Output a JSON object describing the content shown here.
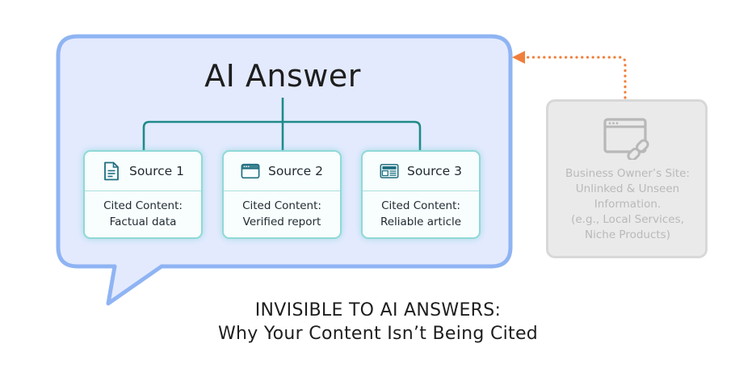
{
  "bubble": {
    "title": "AI Answer"
  },
  "sources": [
    {
      "title": "Source 1",
      "icon": "document-icon",
      "line1": "Cited Content:",
      "line2": "Factual data"
    },
    {
      "title": "Source 2",
      "icon": "browser-window-icon",
      "line1": "Cited Content:",
      "line2": "Verified report"
    },
    {
      "title": "Source 3",
      "icon": "news-icon",
      "line1": "Cited Content:",
      "line2": "Reliable article"
    }
  ],
  "business_site": {
    "icon": "broken-link-page-icon",
    "lines": [
      "Business Owner’s Site:",
      "Unlinked & Unseen",
      "Information.",
      "(e.g., Local Services,",
      "Niche Products)"
    ]
  },
  "caption": {
    "line1": "INVISIBLE TO AI ANSWERS:",
    "line2": "Why Your Content Isn’t Being Cited"
  },
  "colors": {
    "bubble_fill": "#e3eafe",
    "bubble_border": "#8fb4f3",
    "tree_line": "#1f8a88",
    "card_border": "#8fd9d6",
    "arrow": "#f07f3c",
    "site_gray": "#d8d8d8"
  }
}
